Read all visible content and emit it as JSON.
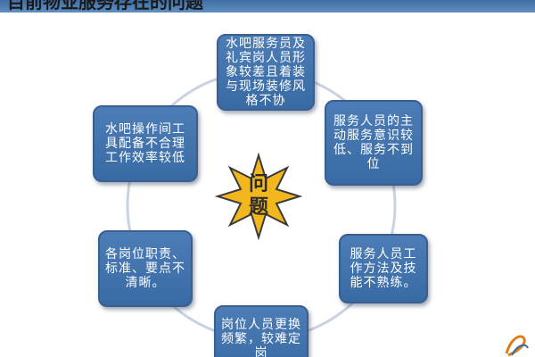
{
  "title": "目前物业服务存在的问题",
  "center": {
    "lines": [
      "问",
      "题"
    ]
  },
  "items": [
    {
      "text": "水吧服务员及礼宾岗人员形象较差且着装与现场装修风格不协"
    },
    {
      "text": "服务人员的主动服务意识较低、服务不到位"
    },
    {
      "text": "服务人员工作方法及技能不熟练。"
    },
    {
      "text": "岗位人员更换频繁，较难定岗"
    },
    {
      "text": "各岗位职责、标准、要点不清晰。"
    },
    {
      "text": "水吧操作间工具配备不合理工作效率较低"
    }
  ],
  "colors": {
    "box": "#4676b0",
    "box_border": "#3a5f8f",
    "ring": "#c8d2e0",
    "star_fill": "#f2b71e",
    "star_stroke": "#3a3a3a",
    "header": "#4e7fb5"
  }
}
